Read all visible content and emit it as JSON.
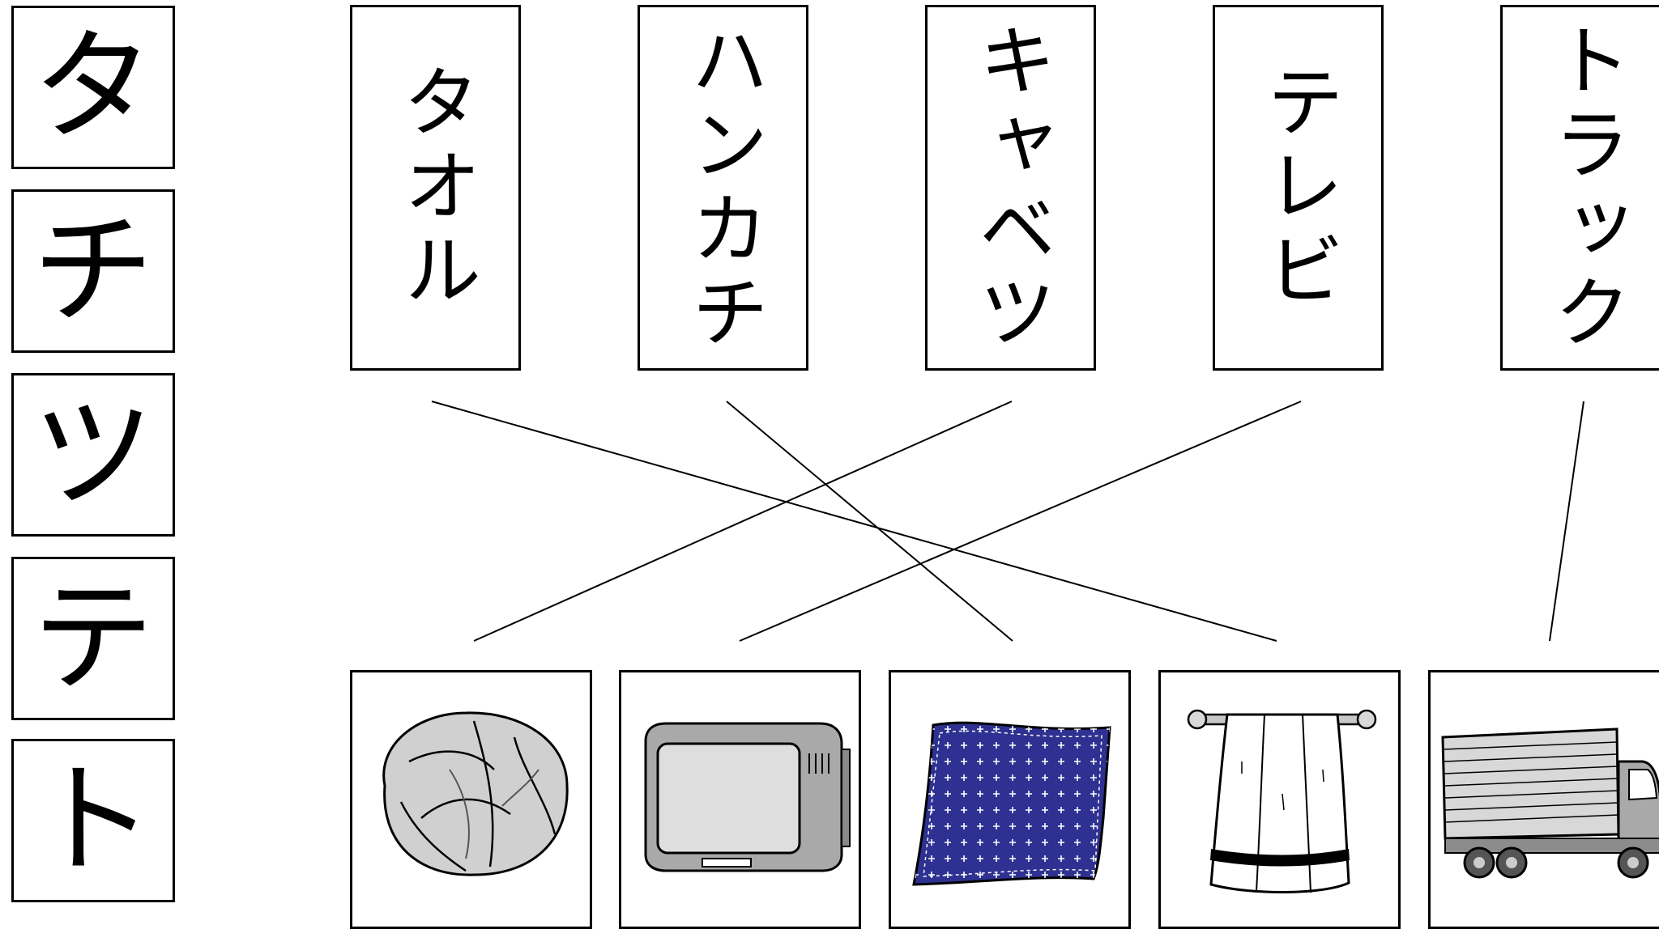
{
  "kana_column": [
    "タ",
    "チ",
    "ツ",
    "テ",
    "ト"
  ],
  "words": [
    "タオル",
    "ハンカチ",
    "キャベツ",
    "テレビ",
    "トラック"
  ],
  "pictures": [
    "cabbage-picture",
    "television-picture",
    "handkerchief-picture",
    "towel-picture",
    "truck-picture"
  ],
  "connections": [
    {
      "word": "タオル",
      "picture": "towel-picture"
    },
    {
      "word": "ハンカチ",
      "picture": "handkerchief-picture"
    },
    {
      "word": "キャベツ",
      "picture": "cabbage-picture"
    },
    {
      "word": "テレビ",
      "picture": "television-picture"
    },
    {
      "word": "トラック",
      "picture": "truck-picture"
    }
  ],
  "colors": {
    "line": "#000000",
    "handkerchief": "#2e3191",
    "picture_gray": "#c8c8c8"
  }
}
